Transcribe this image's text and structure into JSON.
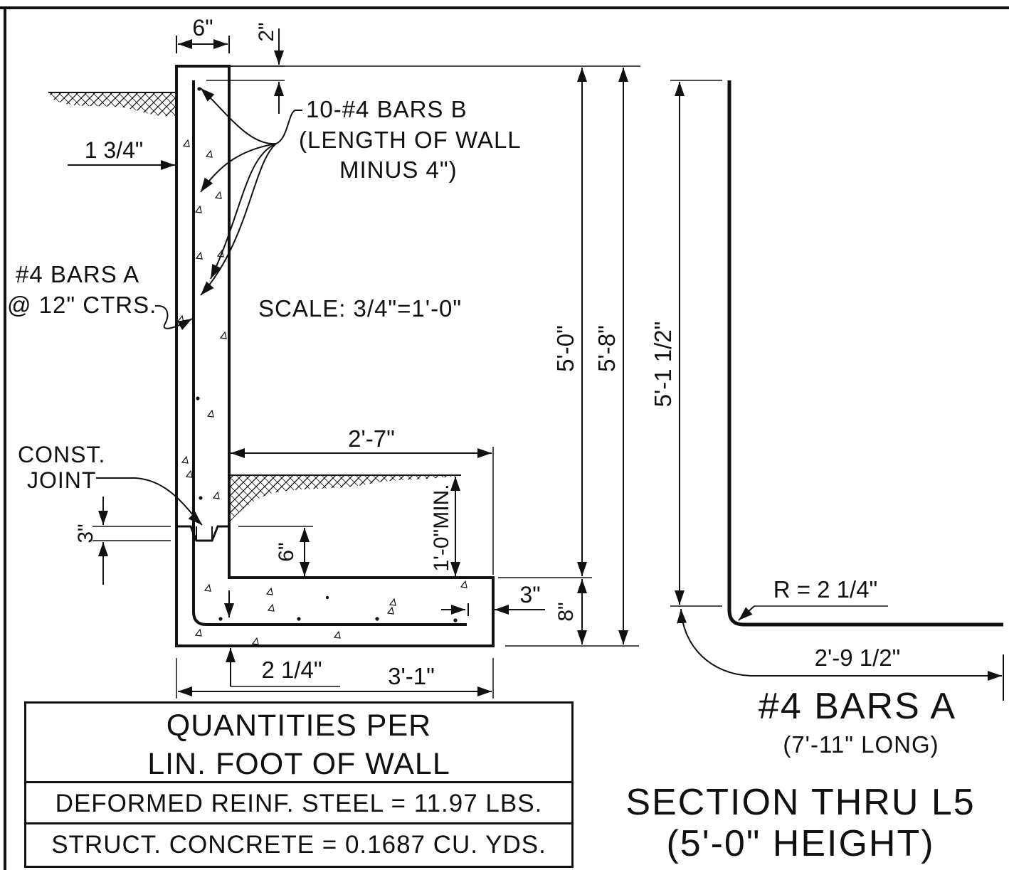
{
  "dimensions": {
    "wall_thickness": "6\"",
    "top_cover": "2\"",
    "side_cover": "1 3/4\"",
    "toe_length": "2'-7\"",
    "toe_fill_min": "1'-0\"MIN.",
    "footing_step": "6\"",
    "key_depth": "3\"",
    "end_cover": "3\"",
    "footing_thickness": "8\"",
    "bottom_cover": "2 1/4\"",
    "footing_width": "3'-1\"",
    "wall_height": "5'-0\"",
    "total_height": "5'-8\"",
    "bar_vertical_leg": "5'-1 1/2\"",
    "bar_radius": "R = 2 1/4\"",
    "bar_horizontal_leg": "2'-9 1/2\""
  },
  "notes": {
    "bars_b": [
      "10-#4 BARS B",
      "(LENGTH OF WALL",
      "MINUS 4\")"
    ],
    "bars_a": [
      "#4 BARS A",
      "@ 12\" CTRS."
    ],
    "const_joint": [
      "CONST.",
      "JOINT"
    ],
    "scale": "SCALE: 3/4\"=1'-0\""
  },
  "bar_detail": {
    "title": "#4 BARS A",
    "subtitle": "(7'-11\" LONG)"
  },
  "section": {
    "title": "SECTION THRU L5",
    "subtitle": "(5'-0\" HEIGHT)"
  },
  "quantities": {
    "title_line1": "QUANTITIES PER",
    "title_line2": "LIN. FOOT OF WALL",
    "steel": "DEFORMED REINF. STEEL = 11.97 LBS.",
    "concrete": "STRUCT. CONCRETE = 0.1687 CU. YDS."
  }
}
